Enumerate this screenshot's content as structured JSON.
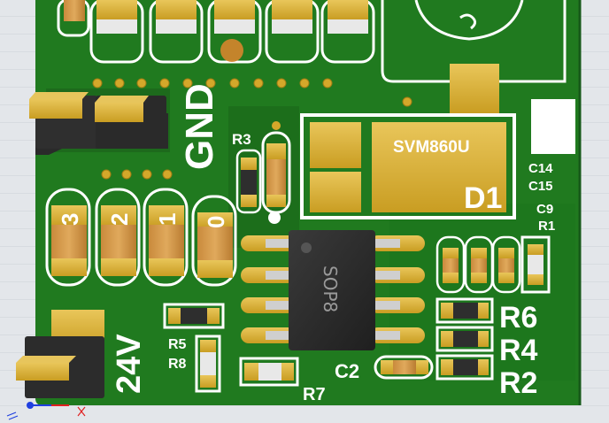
{
  "board": {
    "labels": {
      "gnd": "GND",
      "v24": "24V",
      "r3": "R3",
      "svm": "SVM860U",
      "d1": "D1",
      "c14": "C14",
      "c15": "C15",
      "c9": "C9",
      "r1": "R1",
      "r6": "R6",
      "r4": "R4",
      "r2": "R2",
      "r5": "R5",
      "r8": "R8",
      "r7": "R7",
      "c2": "C2"
    },
    "chip": {
      "marking": "SOP8"
    },
    "jumper_digits": [
      "3",
      "2",
      "1",
      "0"
    ],
    "colors": {
      "pcb": "#1f7a1f",
      "silk": "#ffffff",
      "pad": "#d4a82a",
      "body": "#2b2b2b"
    }
  }
}
